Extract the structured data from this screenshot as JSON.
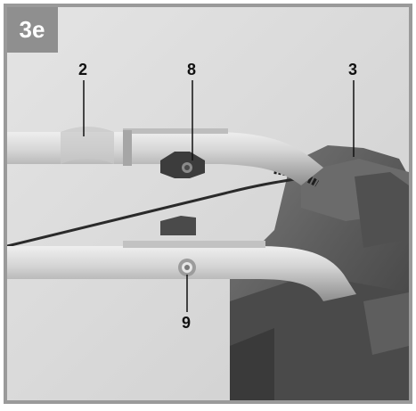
{
  "figure": {
    "badge": "3e",
    "callouts": {
      "handle_upper": "2",
      "wing_nut": "8",
      "housing": "3",
      "bolt": "9"
    }
  },
  "colors": {
    "frame": "#9a9a9a",
    "badge_bg": "#8f8f8f",
    "badge_text": "#ffffff",
    "housing": "#5c5c5c",
    "tube": "#bcbcbc"
  }
}
